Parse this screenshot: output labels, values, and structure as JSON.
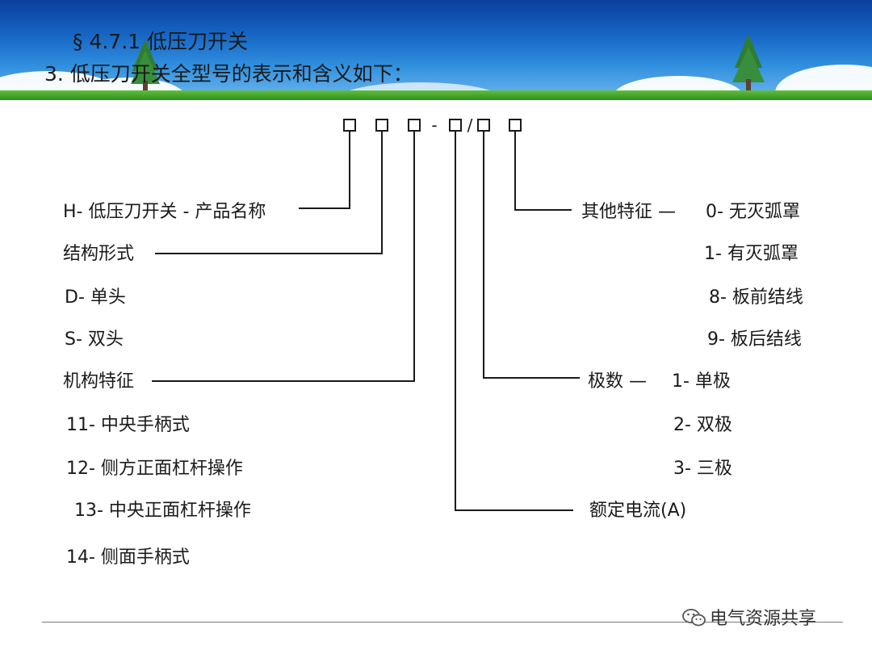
{
  "header": {
    "title": "§  4.7.1 低压刀开关",
    "subtitle": "3.  低压刀开关全型号的表示和含义如下："
  },
  "diagram": {
    "code_pattern": {
      "separators": [
        "-",
        "/"
      ]
    },
    "left_labels": {
      "product_name": "H- 低压刀开关 - 产品名称",
      "structure": "结构形式",
      "structure_d": "D- 单头",
      "structure_s": "S- 双头",
      "mechanism": "机构特征",
      "mech_11": "11- 中央手柄式",
      "mech_12": "12- 侧方正面杠杆操作",
      "mech_13": "13- 中央正面杠杆操作",
      "mech_14": "14- 侧面手柄式"
    },
    "right_labels": {
      "other": "其他特征 —",
      "other_0": "0- 无灭弧罩",
      "other_1": "1- 有灭弧罩",
      "other_8": "8- 板前结线",
      "other_9": "9- 板后结线",
      "poles": "极数 —",
      "pole_1": "1- 单极",
      "pole_2": "2- 双极",
      "pole_3": "3- 三极",
      "current": "额定电流(A)"
    }
  },
  "footer": {
    "watermark": "电气资源共享"
  },
  "colors": {
    "line": "#1a1a1a",
    "banner_top": "#0b3f9e",
    "banner_bottom": "#6fb8ee"
  }
}
